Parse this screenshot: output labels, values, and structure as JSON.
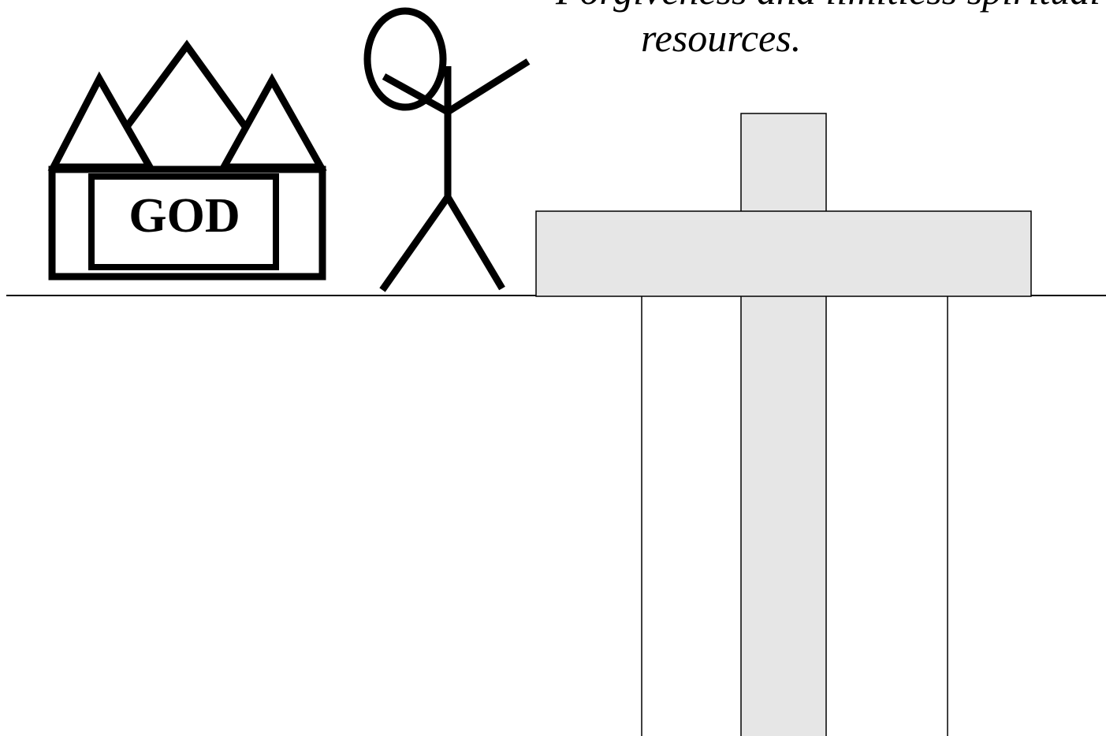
{
  "caption": {
    "line1": "Forgiveness and limitless spiritual",
    "line2": "resources."
  },
  "god_box": {
    "label": "GOD"
  },
  "colors": {
    "ink": "#000000",
    "cross_fill": "#e6e6e6",
    "background": "#ffffff"
  },
  "icons": [
    "crown-icon",
    "stick-figure-icon",
    "cross-icon"
  ]
}
